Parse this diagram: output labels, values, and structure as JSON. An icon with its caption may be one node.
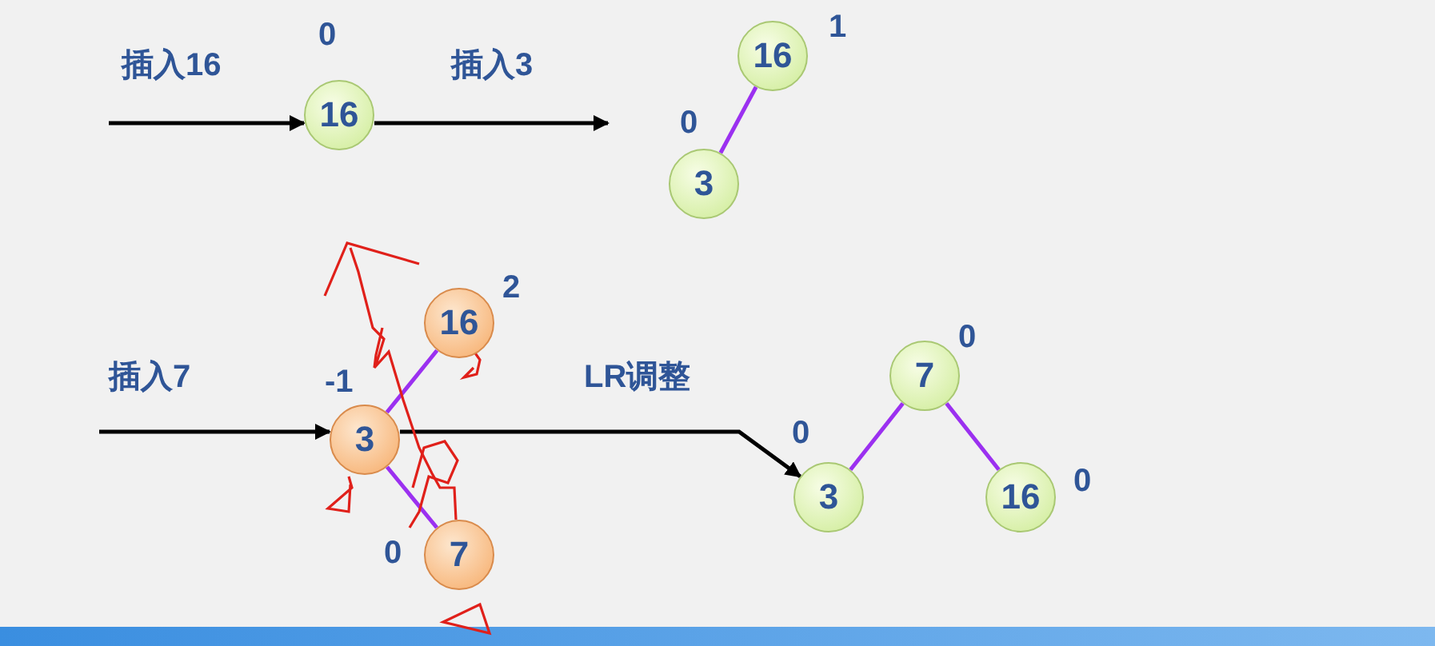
{
  "diagram": {
    "nodes": [
      {
        "text": [
          "16"
        ],
        "beside": [
          "0"
        ]
      },
      {
        "text": [
          "16"
        ],
        "beside": [
          "1"
        ]
      },
      {
        "text": [
          "3"
        ],
        "beside": [
          "0"
        ]
      },
      {
        "text": [
          "16"
        ],
        "beside": [
          "2"
        ]
      },
      {
        "text": [
          "3"
        ],
        "beside": [
          "-1"
        ]
      },
      {
        "text": [
          "7"
        ],
        "beside": [
          "0"
        ]
      },
      {
        "text": [
          "7"
        ],
        "beside": [
          "0"
        ]
      },
      {
        "text": [
          "3"
        ],
        "beside": [
          "0"
        ]
      },
      {
        "text": [
          "16"
        ],
        "beside": [
          "0"
        ]
      }
    ],
    "edges": [
      {
        "from": null,
        "to": 0,
        "arrow": "to",
        "label": "插入16",
        "color": "#000000"
      },
      {
        "from": 0,
        "to": null,
        "arrow": "to",
        "label": "插入3",
        "color": "#000000"
      },
      {
        "from": null,
        "to": 4,
        "arrow": "to",
        "label": "插入7",
        "color": "#000000"
      },
      {
        "from": 4,
        "to": 7,
        "arrow": "to",
        "label": "LR调整",
        "color": "#000000"
      },
      {
        "from": 1,
        "to": 2,
        "arrow": "none"
      },
      {
        "from": 3,
        "to": 4,
        "arrow": "none"
      },
      {
        "from": 4,
        "to": 5,
        "arrow": "none"
      },
      {
        "from": 6,
        "to": 7,
        "arrow": "none"
      },
      {
        "from": 6,
        "to": 8,
        "arrow": "none"
      }
    ]
  }
}
